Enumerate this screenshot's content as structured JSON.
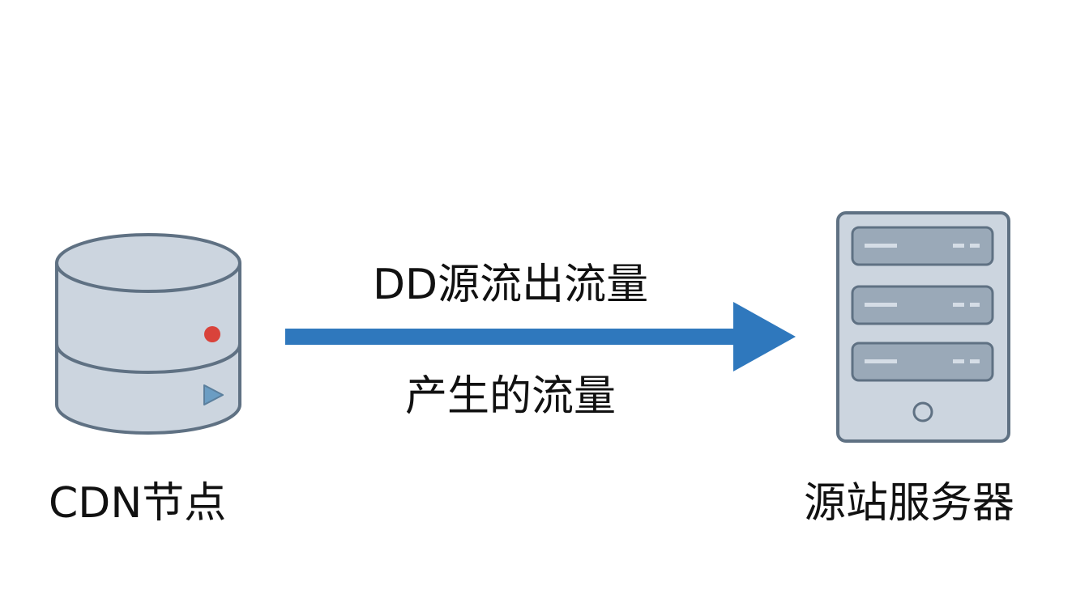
{
  "diagram": {
    "source_node": {
      "label": "CDN节点",
      "icon": "database-icon",
      "accent_dot_color": "#d9433b",
      "play_icon_color": "#5f8fb3"
    },
    "target_node": {
      "label": "源站服务器",
      "icon": "server-icon"
    },
    "edge": {
      "label_top": "DD源流出流量",
      "label_bottom": "产生的流量",
      "color": "#2f78bd"
    },
    "colors": {
      "node_fill": "#ccd5df",
      "node_stroke": "#5f7183",
      "server_slot_fill": "#9aa9b8",
      "text": "#111111"
    }
  }
}
